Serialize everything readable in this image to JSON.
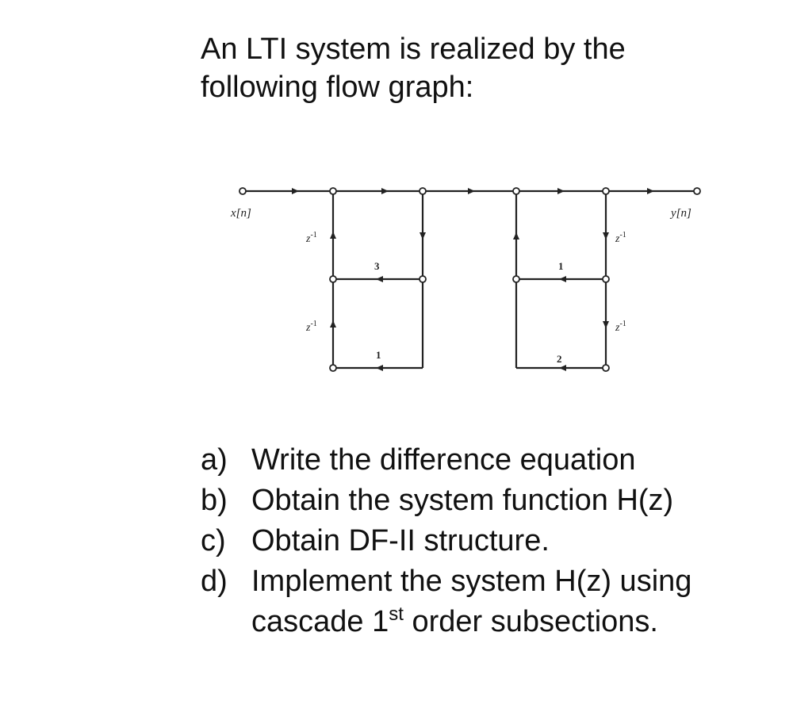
{
  "intro": "An LTI system is realized by the following flow graph:",
  "flow_graph": {
    "input_label": "x[n]",
    "output_label": "y[n]",
    "delay_base": "z",
    "delay_exp": "-1",
    "gains": {
      "left_mid": "3",
      "left_bottom": "1",
      "right_mid": "1",
      "right_bottom": "2"
    }
  },
  "questions": [
    {
      "marker": "a)",
      "text": "Write the difference equation"
    },
    {
      "marker": "b)",
      "text": "Obtain the system function H(z)"
    },
    {
      "marker": "c)",
      "text": "Obtain DF-II structure."
    },
    {
      "marker": "d)",
      "text_pre": "Implement the system H(z) using cascade 1",
      "sup": "st",
      "text_post": " order subsections."
    }
  ]
}
